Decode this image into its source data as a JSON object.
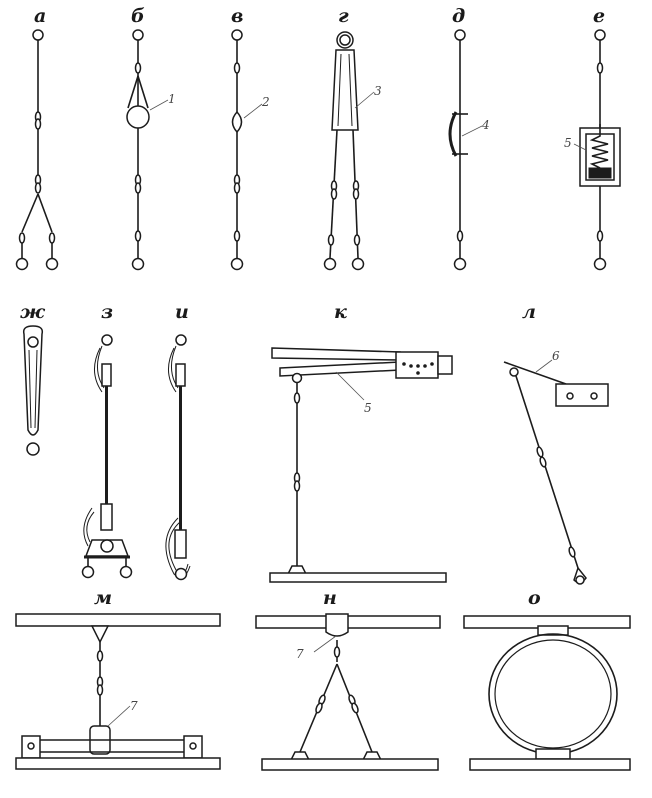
{
  "figure": {
    "panels": [
      {
        "id": "a",
        "letter": "а"
      },
      {
        "id": "b",
        "letter": "б",
        "callout": "1"
      },
      {
        "id": "v",
        "letter": "в",
        "callout": "2"
      },
      {
        "id": "g",
        "letter": "г",
        "callout": "3"
      },
      {
        "id": "d",
        "letter": "д",
        "callout": "4"
      },
      {
        "id": "e",
        "letter": "е",
        "callout": "5"
      },
      {
        "id": "zh",
        "letter": "ж"
      },
      {
        "id": "z",
        "letter": "з"
      },
      {
        "id": "i",
        "letter": "и"
      },
      {
        "id": "k",
        "letter": "к",
        "callout": "5"
      },
      {
        "id": "l",
        "letter": "л",
        "callout": "6"
      },
      {
        "id": "m",
        "letter": "м",
        "callout": "7"
      },
      {
        "id": "n",
        "letter": "н",
        "callout": "7"
      },
      {
        "id": "o",
        "letter": "о"
      }
    ]
  }
}
